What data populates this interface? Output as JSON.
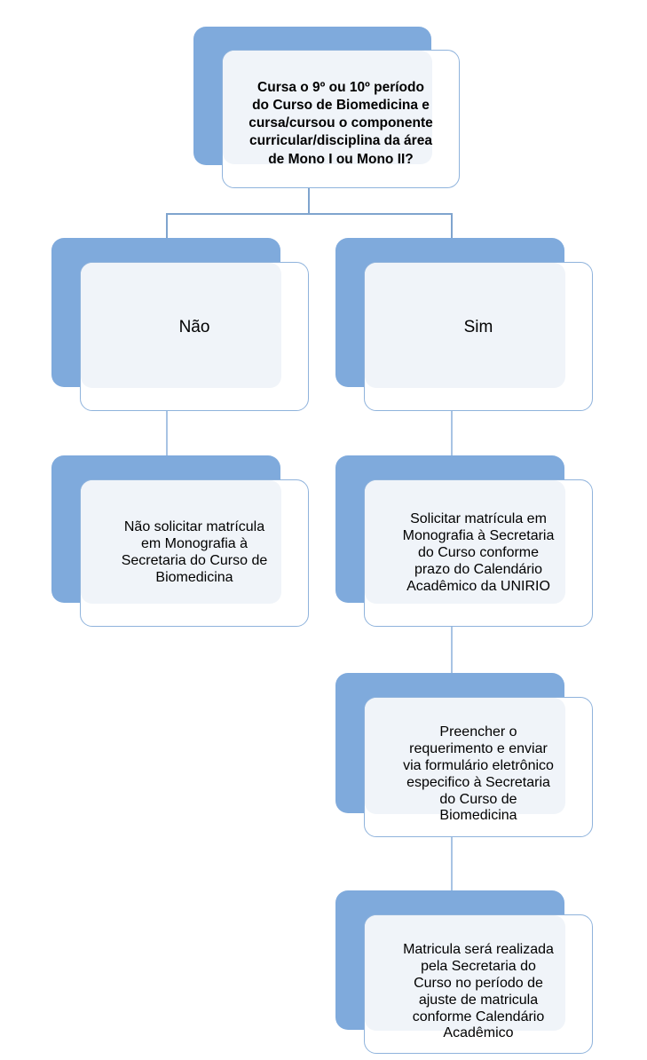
{
  "chart_data": {
    "type": "diagram",
    "title": "",
    "nodes": [
      {
        "id": "decision",
        "role": "decision",
        "text": "Cursa o 9º ou 10º período\ndo Curso de Biomedicina e\ncursa/cursou o componente\ncurricular/disciplina da área\nde Mono I ou Mono II?"
      },
      {
        "id": "nao",
        "role": "branch",
        "text": "Não"
      },
      {
        "id": "sim",
        "role": "branch",
        "text": "Sim"
      },
      {
        "id": "nao-step-1",
        "role": "step",
        "text": "Não solicitar matrícula\nem Monografia à\nSecretaria do Curso de\nBiomedicina"
      },
      {
        "id": "sim-step-1",
        "role": "step",
        "text": "Solicitar matrícula em\nMonografia à Secretaria\ndo Curso conforme\nprazo do Calendário\nAcadêmico da UNIRIO"
      },
      {
        "id": "sim-step-2",
        "role": "step",
        "text": "Preencher o\nrequerimento e enviar\nvia formulário eletrônico\nespecifico à Secretaria\ndo Curso de\nBiomedicina"
      },
      {
        "id": "sim-step-3",
        "role": "step",
        "text": "Matricula será realizada\npela Secretaria do\nCurso no período de\najuste de matricula\nconforme Calendário\nAcadêmico"
      }
    ],
    "edges": [
      {
        "from": "decision",
        "to": "nao"
      },
      {
        "from": "decision",
        "to": "sim"
      },
      {
        "from": "nao",
        "to": "nao-step-1"
      },
      {
        "from": "sim",
        "to": "sim-step-1"
      },
      {
        "from": "sim-step-1",
        "to": "sim-step-2"
      },
      {
        "from": "sim-step-2",
        "to": "sim-step-3"
      }
    ],
    "colors": {
      "shadow": "#7FAADC",
      "card_fill": "#F0F4F9",
      "card_border": "#8FB3DC",
      "connector": "#7FA4CE",
      "connector_light": "#A8C4E4",
      "text": "#000000",
      "background": "#FFFFFF"
    }
  },
  "flowchart": {
    "decision": {
      "text": "Cursa o 9º ou 10º período\ndo Curso de Biomedicina e\ncursa/cursou o componente\ncurricular/disciplina da área\nde Mono I ou Mono II?"
    },
    "branch_no": {
      "text": "Não"
    },
    "branch_yes": {
      "text": "Sim"
    },
    "no_step_1": {
      "text": "Não solicitar matrícula\nem Monografia à\nSecretaria do Curso de\nBiomedicina"
    },
    "yes_step_1": {
      "text": "Solicitar matrícula em\nMonografia à Secretaria\ndo Curso conforme\nprazo do Calendário\nAcadêmico da UNIRIO"
    },
    "yes_step_2": {
      "text": "Preencher o\nrequerimento e enviar\nvia formulário eletrônico\nespecifico à Secretaria\ndo Curso de\nBiomedicina"
    },
    "yes_step_3": {
      "text": "Matricula será realizada\npela Secretaria do\nCurso no período de\najuste de matricula\nconforme Calendário\nAcadêmico"
    }
  }
}
